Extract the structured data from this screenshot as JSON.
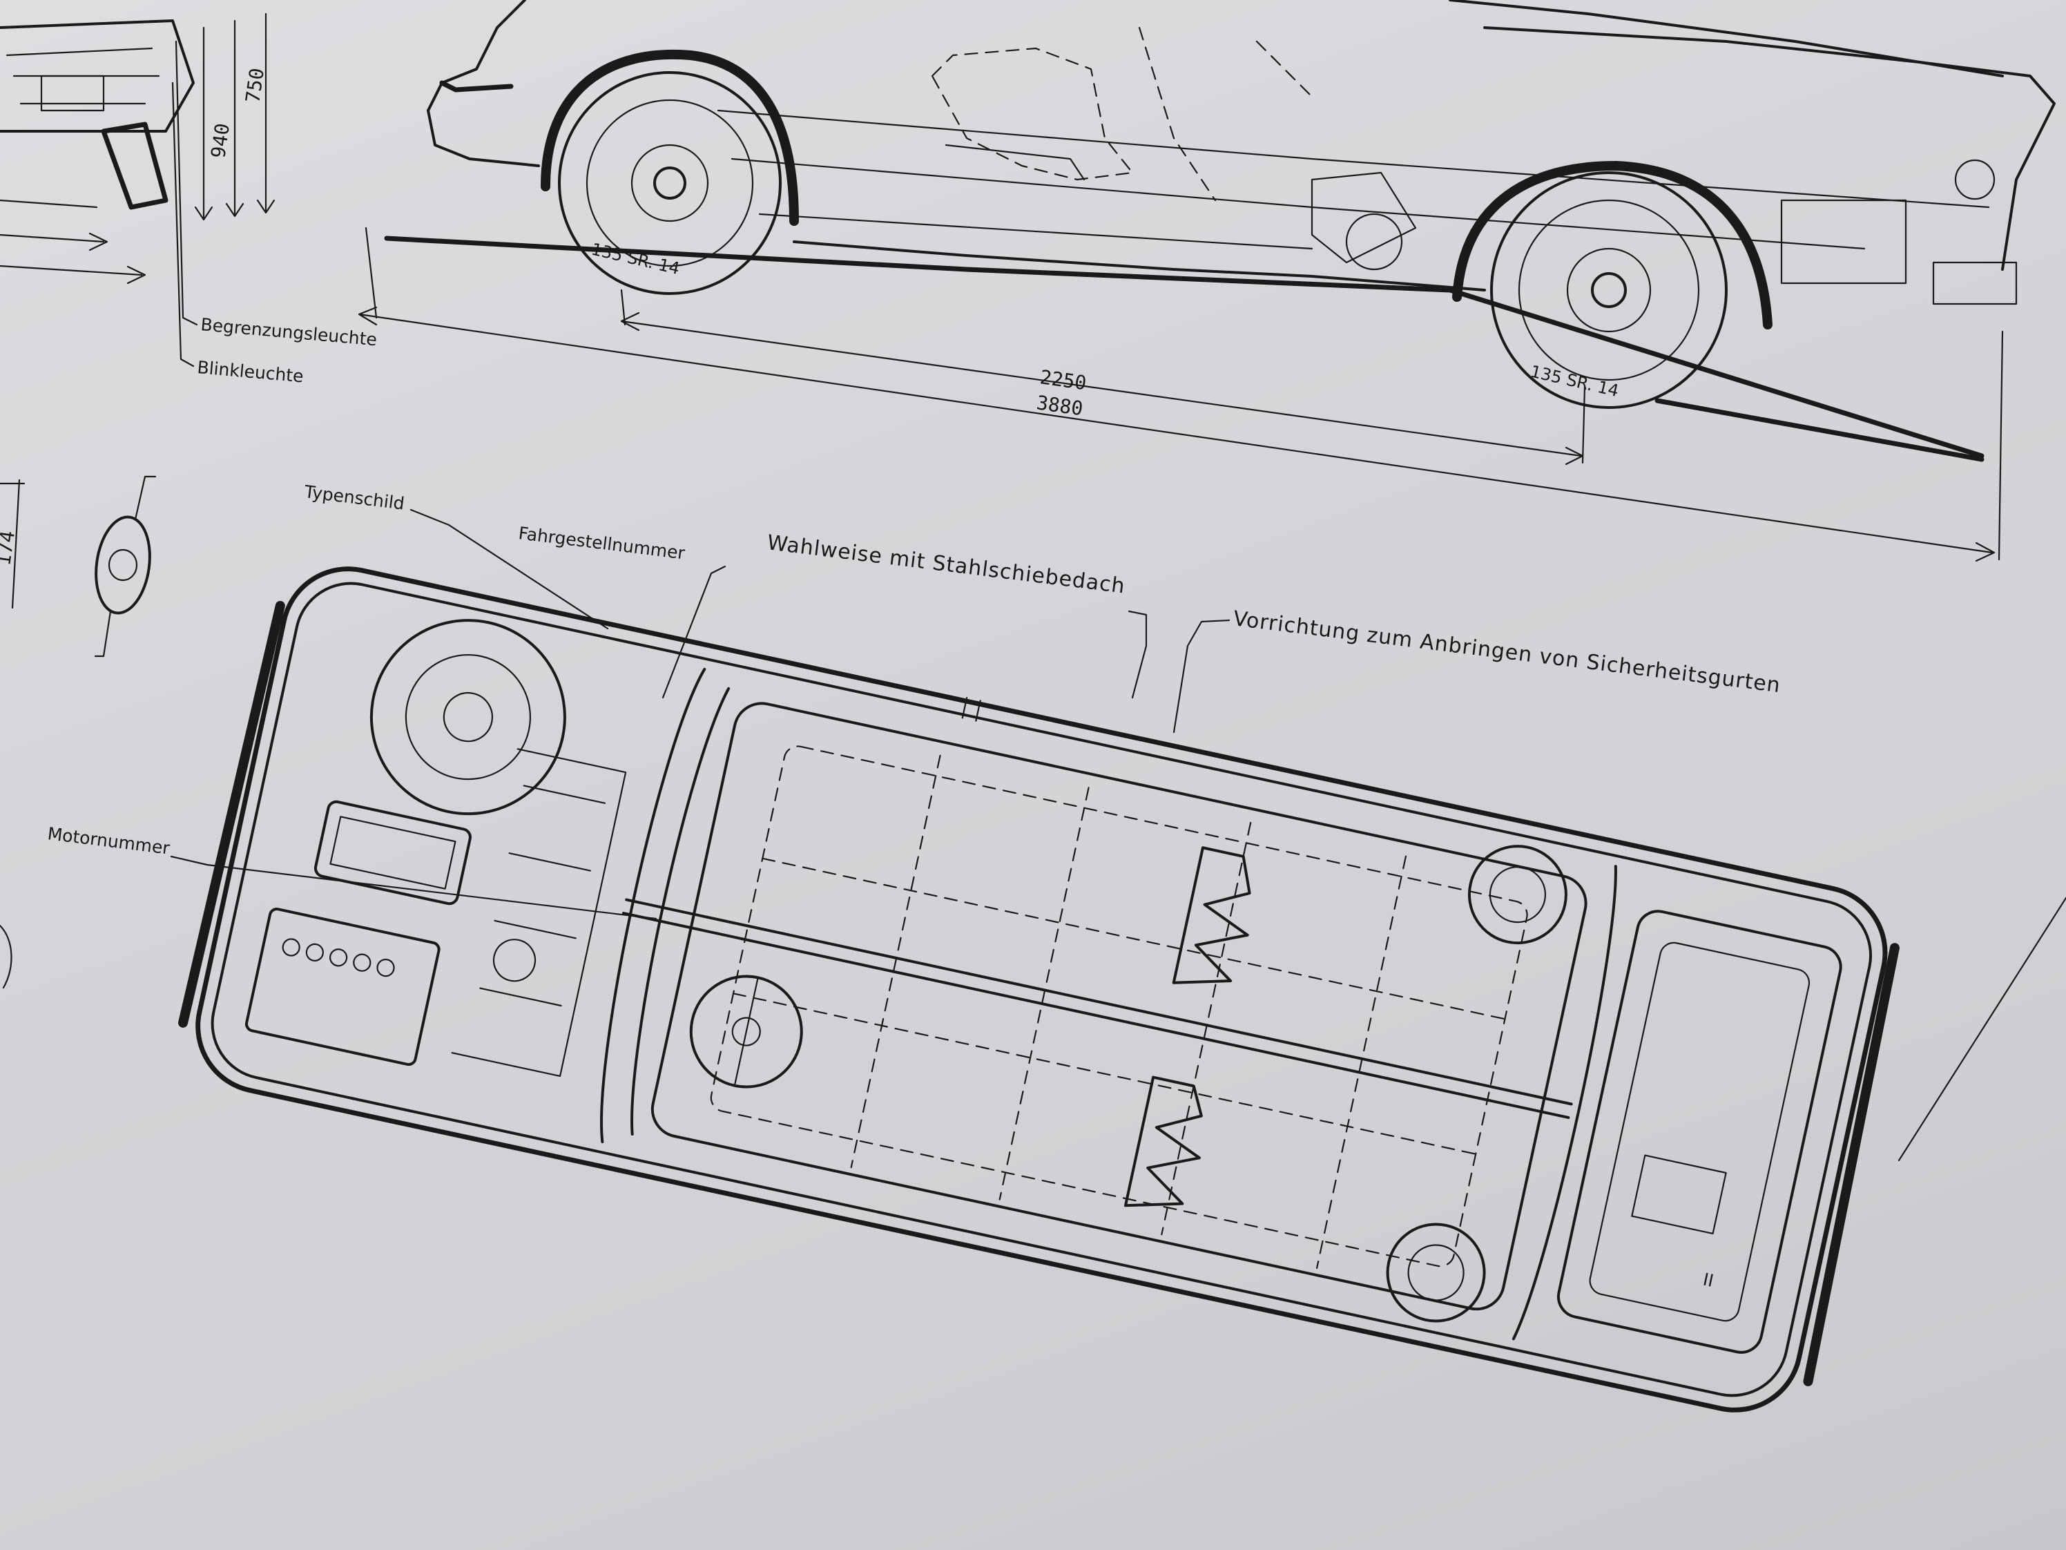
{
  "labels": {
    "begrenzungsleuchte": "Begrenzungsleuchte",
    "blinkleuchte": "Blinkleuchte",
    "typenschild": "Typenschild",
    "fahrgestellnummer": "Fahrgestellnummer",
    "wahlweise": "Wahlweise mit Stahlschiebedach",
    "vorrichtung": "Vorrichtung zum Anbringen von Sicherheitsgurten",
    "motornummer": "Motornummer"
  },
  "dimensions": {
    "wheelbase": "2250",
    "overall_length": "3880",
    "height_940": "940",
    "height_750": "750",
    "side_174": "174"
  },
  "tire_markings": {
    "front": "135 SR. 14",
    "rear": "135 SR. 14"
  },
  "badge": {
    "roman_numeral": "II"
  }
}
